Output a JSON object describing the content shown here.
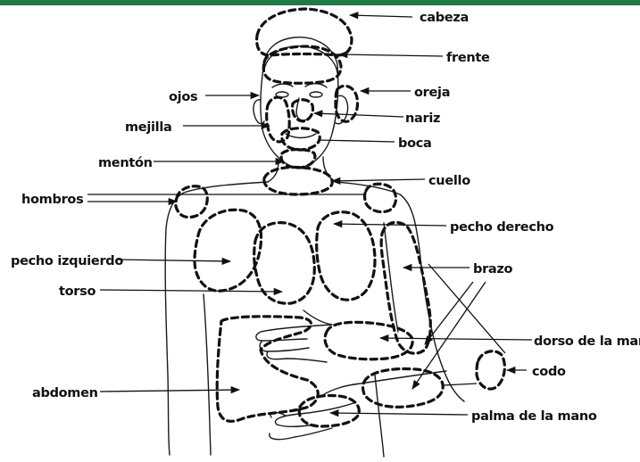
{
  "colors": {
    "top_bar": "#1f7a4a",
    "ink": "#111111",
    "background": "#ffffff"
  },
  "labels": {
    "cabeza": "cabeza",
    "frente": "frente",
    "ojos": "ojos",
    "oreja": "oreja",
    "mejilla": "mejilla",
    "nariz": "nariz",
    "boca": "boca",
    "menton": "mentón",
    "cuello": "cuello",
    "hombros": "hombros",
    "pecho_derecho": "pecho derecho",
    "pecho_izquierdo": "pecho izquierdo",
    "brazo": "brazo",
    "torso": "torso",
    "dorso_de_la_mano": "dorso de la mano",
    "codo": "codo",
    "abdomen": "abdomen",
    "palma_de_la_mano": "palma de la mano"
  }
}
